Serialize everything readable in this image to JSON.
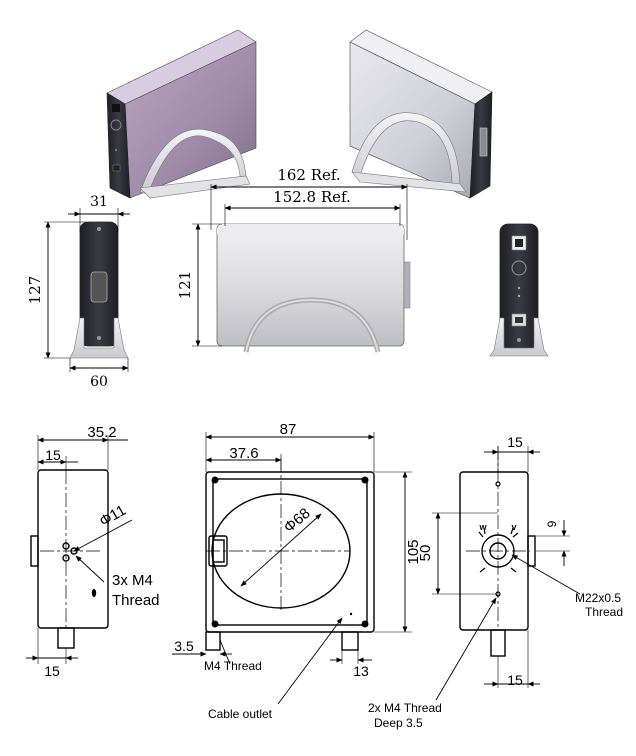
{
  "top_dims": {
    "d162": "162 Ref.",
    "d152": "152.8 Ref.",
    "d31": "31",
    "d127": "127",
    "d60": "60",
    "d121": "121"
  },
  "bottom_dims": {
    "d35": "35.2",
    "d15a": "15",
    "d15b": "15",
    "dia11": "Φ11",
    "m4": "3x M4",
    "thread1": "Thread",
    "d87": "87",
    "d37": "37.6",
    "dia68": "Φ68",
    "d105": "105",
    "d3_5": "3.5",
    "m4thread": "M4 Thread",
    "d13": "13",
    "cable": "Cable outlet",
    "d15c": "15",
    "d50": "50",
    "d9": "9",
    "m22": "M22x0.5",
    "thread2": "Thread",
    "d15d": "15",
    "m4x2": "2x M4 Thread",
    "deep": "Deep 3.5"
  },
  "colors": {
    "enclosure_purple": "#9c8aa8",
    "enclosure_silver": "#d2d2d8",
    "panel_dark": "#2a2a32"
  }
}
